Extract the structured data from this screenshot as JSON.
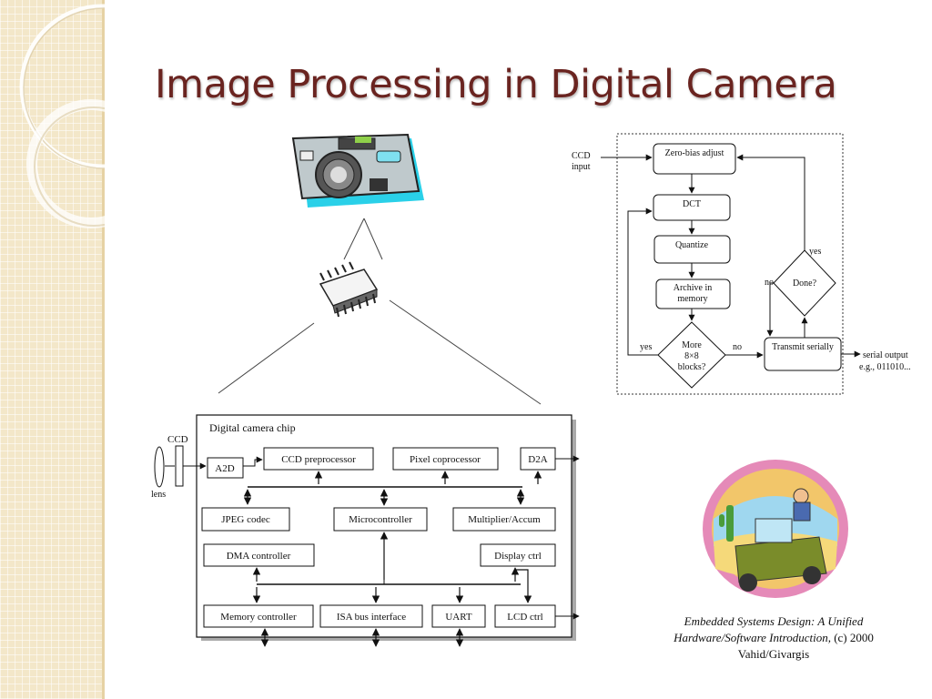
{
  "slide": {
    "title": "Image Processing in Digital Camera"
  },
  "flowchart": {
    "ccd_input_line1": "CCD",
    "ccd_input_line2": "input",
    "zero_bias": "Zero-bias adjust",
    "dct": "DCT",
    "quantize": "Quantize",
    "archive_line1": "Archive in",
    "archive_line2": "memory",
    "more_line1": "More",
    "more_line2": "8×8",
    "more_line3": "blocks?",
    "done": "Done?",
    "transmit": "Transmit serially",
    "yes_left": "yes",
    "no_more": "no",
    "yes_done": "yes",
    "no_done": "no",
    "serial_line1": "serial output",
    "serial_line2": "e.g., 011010..."
  },
  "chip_diagram": {
    "chip_title": "Digital camera chip",
    "ccd_label": "CCD",
    "lens_label": "lens",
    "a2d": "A2D",
    "ccd_preprocessor": "CCD preprocessor",
    "pixel_coprocessor": "Pixel coprocessor",
    "d2a": "D2A",
    "jpeg_codec": "JPEG codec",
    "microcontroller": "Microcontroller",
    "multiplier": "Multiplier/Accum",
    "dma_controller": "DMA controller",
    "display_ctrl": "Display ctrl",
    "memory_controller": "Memory controller",
    "isa_bus": "ISA bus interface",
    "uart": "UART",
    "lcd_ctrl": "LCD ctrl"
  },
  "caption": {
    "line1": "Embedded Systems Design: A Unified",
    "line2_italic": "Hardware/Software Introduction,",
    "line2_rest": " (c) 2000 Vahid/Givargis"
  },
  "colors": {
    "title": "#6a2420",
    "sidebar": "#f3e7c9",
    "camera_body": "#bfc9cc",
    "camera_shadow": "#2ad0e8",
    "book_frame": "#e58ab8"
  },
  "icons": [
    "camera-icon",
    "chip-icon",
    "book-cover-illustration"
  ]
}
